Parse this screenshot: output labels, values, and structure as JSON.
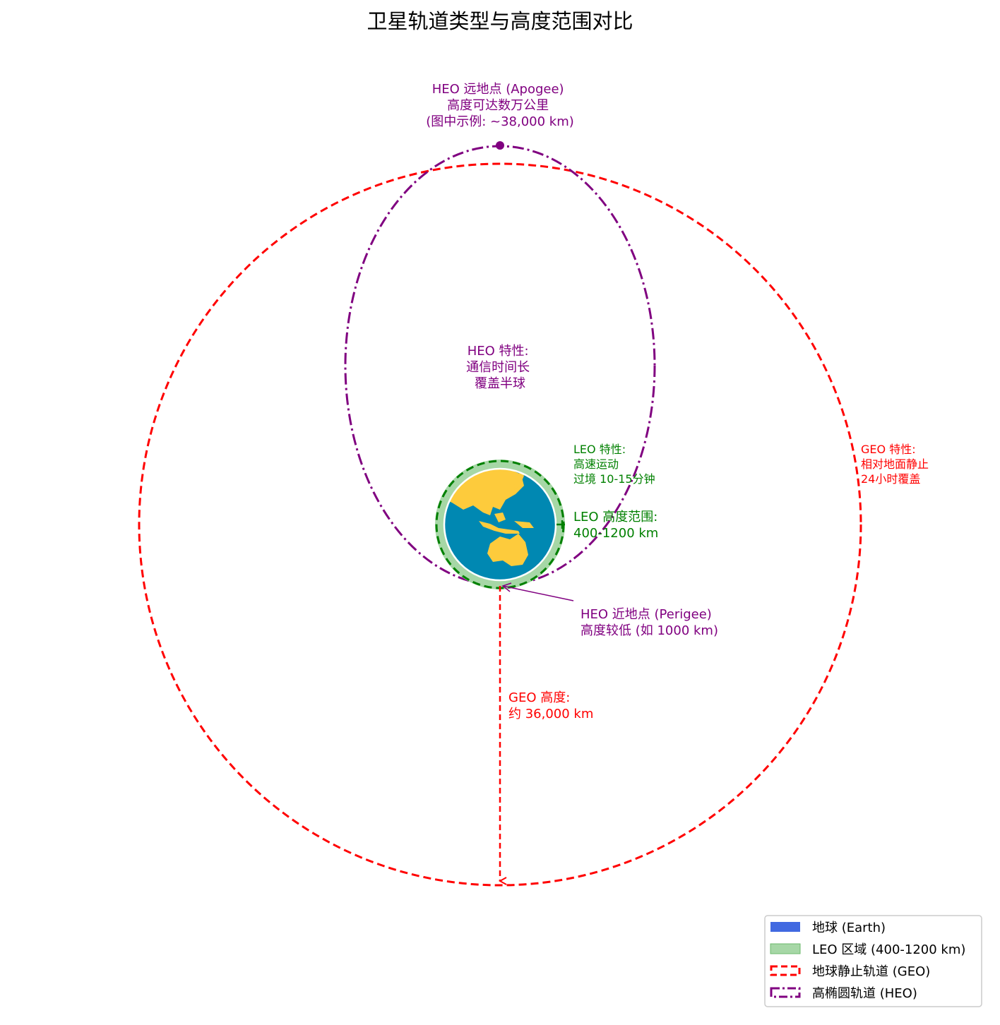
{
  "title": "卫星轨道类型与高度范围对比",
  "colors": {
    "earth_ocean": "#0088b2",
    "earth_land": "#fdcb3c",
    "leo": "#008000",
    "leo_fill": "#a6d7a6",
    "geo": "#ff0000",
    "heo": "#800080",
    "legend_earth": "#4169e1"
  },
  "annotations": {
    "heo_apogee": [
      "HEO 远地点 (Apogee)",
      "高度可达数万公里",
      "(图中示例: ~38,000 km)"
    ],
    "heo_traits": [
      "HEO 特性:",
      "通信时间长",
      "覆盖半球"
    ],
    "leo_traits": [
      "LEO 特性:",
      "高速运动",
      "过境 10-15分钟"
    ],
    "leo_range": [
      "LEO 高度范围:",
      "400-1200 km"
    ],
    "geo_traits": [
      "GEO 特性:",
      "相对地面静止",
      "24小时覆盖"
    ],
    "heo_perigee": [
      "HEO 近地点 (Perigee)",
      "高度较低 (如 1000 km)"
    ],
    "geo_height": [
      "GEO 高度:",
      "约 36,000 km"
    ]
  },
  "legend": [
    {
      "label": "地球 (Earth)",
      "icon": "filled-patch"
    },
    {
      "label": "LEO 区域 (400-1200 km)",
      "icon": "filled-patch"
    },
    {
      "label": "地球静止轨道 (GEO)",
      "icon": "dashed-patch"
    },
    {
      "label": "高椭圆轨道 (HEO)",
      "icon": "dashdot-patch"
    }
  ]
}
